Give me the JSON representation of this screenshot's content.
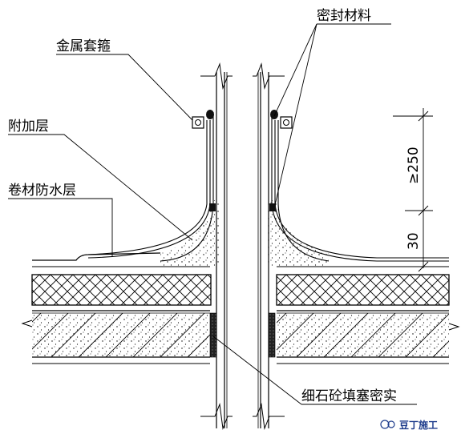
{
  "labels": {
    "sealing_material": "密封材料",
    "metal_clamp": "金属套箍",
    "additional_layer": "附加层",
    "membrane_waterproof": "卷材防水层",
    "fine_concrete_fill": "细石砼填塞密实"
  },
  "dimensions": {
    "upper": "≥250",
    "lower": "30"
  },
  "watermark": "豆丁施工",
  "colors": {
    "line": "#000000",
    "fill_dark": "#111111",
    "watermark": "#1e3c8c"
  }
}
